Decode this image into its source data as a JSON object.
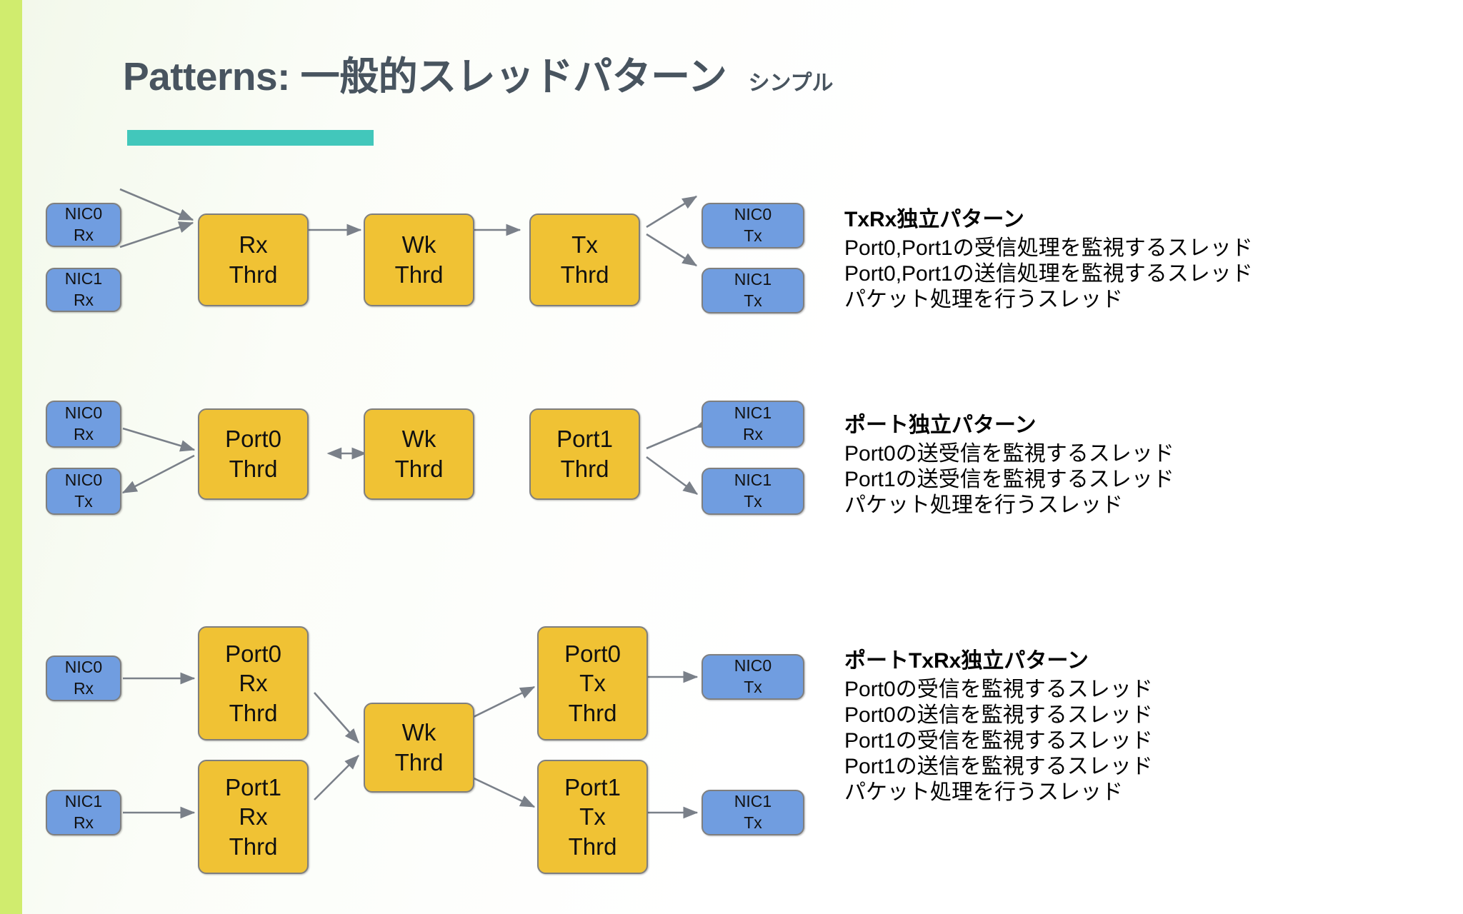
{
  "slide": {
    "title_main": "Patterns: 一般的スレッドパターン",
    "title_sub": "シンプル",
    "accent_color": "#42c7bb",
    "stripe_color": "#d0ec6e",
    "title_color": "#48545f",
    "nic_box_color": "#709de0",
    "thread_box_color": "#f0c234"
  },
  "patterns": [
    {
      "id": "txrx-independent",
      "heading": "TxRx独立パターン",
      "lines": [
        "Port0,Port1の受信処理を監視するスレッド",
        "Port0,Port1の送信処理を監視するスレッド",
        "パケット処理を行うスレッド"
      ],
      "inputs": [
        {
          "line1": "NIC0",
          "line2": "Rx"
        },
        {
          "line1": "NIC1",
          "line2": "Rx"
        }
      ],
      "threads": [
        {
          "line1": "Rx",
          "line2": "Thrd"
        },
        {
          "line1": "Wk",
          "line2": "Thrd"
        },
        {
          "line1": "Tx",
          "line2": "Thrd"
        }
      ],
      "outputs": [
        {
          "line1": "NIC0",
          "line2": "Tx"
        },
        {
          "line1": "NIC1",
          "line2": "Tx"
        }
      ]
    },
    {
      "id": "port-independent",
      "heading": "ポート独立パターン",
      "lines": [
        "Port0の送受信を監視するスレッド",
        "Port1の送受信を監視するスレッド",
        "パケット処理を行うスレッド"
      ],
      "inputs": [
        {
          "line1": "NIC0",
          "line2": "Rx"
        },
        {
          "line1": "NIC0",
          "line2": "Tx"
        }
      ],
      "threads": [
        {
          "line1": "Port0",
          "line2": "Thrd"
        },
        {
          "line1": "Wk",
          "line2": "Thrd"
        },
        {
          "line1": "Port1",
          "line2": "Thrd"
        }
      ],
      "outputs": [
        {
          "line1": "NIC1",
          "line2": "Rx"
        },
        {
          "line1": "NIC1",
          "line2": "Tx"
        }
      ]
    },
    {
      "id": "port-txrx-independent",
      "heading": "ポートTxRx独立パターン",
      "lines": [
        "Port0の受信を監視するスレッド",
        "Port0の送信を監視するスレッド",
        "Port1の受信を監視するスレッド",
        "Port1の送信を監視するスレッド",
        "パケット処理を行うスレッド"
      ],
      "inputs": [
        {
          "line1": "NIC0",
          "line2": "Rx"
        },
        {
          "line1": "NIC1",
          "line2": "Rx"
        }
      ],
      "rx_threads": [
        {
          "line1": "Port0",
          "line2": "Rx",
          "line3": "Thrd"
        },
        {
          "line1": "Port1",
          "line2": "Rx",
          "line3": "Thrd"
        }
      ],
      "worker_thread": {
        "line1": "Wk",
        "line2": "Thrd"
      },
      "tx_threads": [
        {
          "line1": "Port0",
          "line2": "Tx",
          "line3": "Thrd"
        },
        {
          "line1": "Port1",
          "line2": "Tx",
          "line3": "Thrd"
        }
      ],
      "outputs": [
        {
          "line1": "NIC0",
          "line2": "Tx"
        },
        {
          "line1": "NIC1",
          "line2": "Tx"
        }
      ]
    }
  ]
}
